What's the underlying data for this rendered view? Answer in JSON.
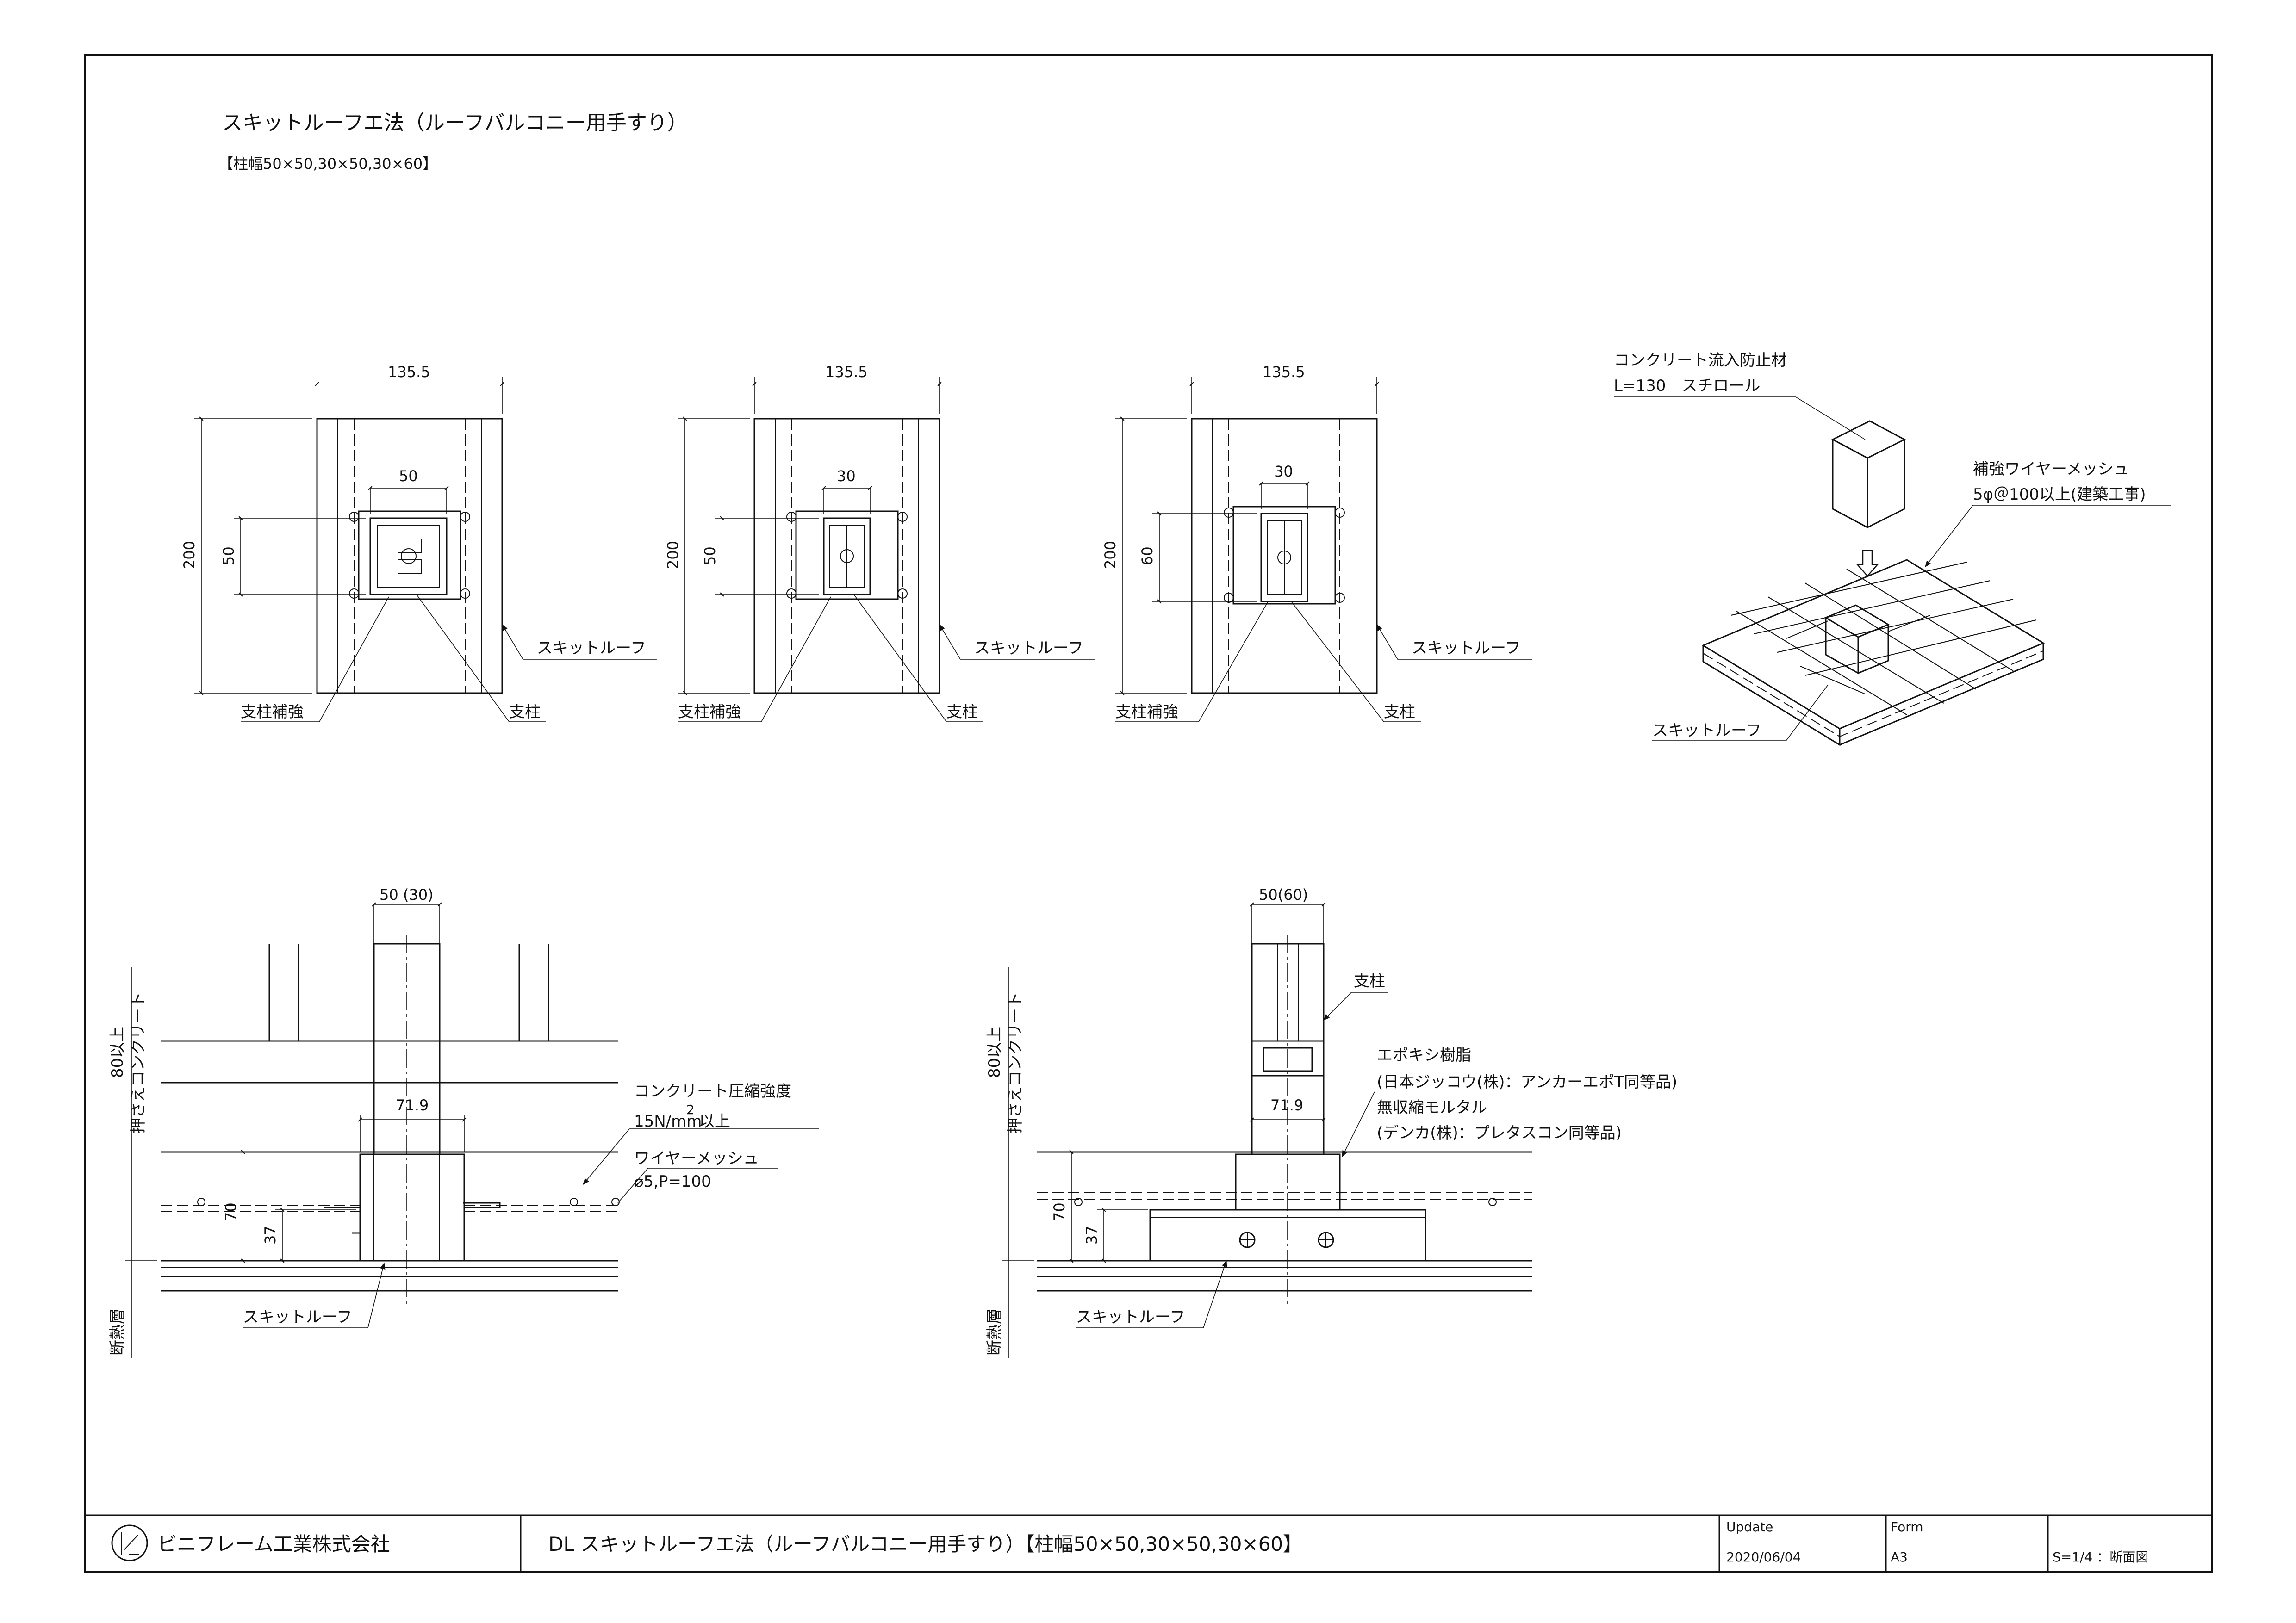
{
  "header": {
    "title": "スキットルーフエ法（ルーフバルコニー用手すり）",
    "subtitle": "【柱幅50×50,30×50,30×60】"
  },
  "plans": [
    {
      "width_dim": "135.5",
      "height_dim": "200",
      "post_w": "50",
      "post_h": "50",
      "label_roof": "スキットルーフ",
      "label_reinf": "支柱補強",
      "label_post": "支柱"
    },
    {
      "width_dim": "135.5",
      "height_dim": "200",
      "post_w": "30",
      "post_h": "50",
      "label_roof": "スキットルーフ",
      "label_reinf": "支柱補強",
      "label_post": "支柱"
    },
    {
      "width_dim": "135.5",
      "height_dim": "200",
      "post_w": "30",
      "post_h": "60",
      "label_roof": "スキットルーフ",
      "label_reinf": "支柱補強",
      "label_post": "支柱"
    }
  ],
  "iso": {
    "stopper_line1": "コンクリート流入防止材",
    "stopper_line2": "L=130　スチロール",
    "mesh_line1": "補強ワイヤーメッシュ",
    "mesh_line2": "5φ＠100以上(建築工事)",
    "roof_label": "スキットルーフ"
  },
  "section_left": {
    "top_dim": "50 (30)",
    "mid_dim": "71.9",
    "dim_70": "70",
    "dim_37": "37",
    "side_label1": "80以上",
    "side_label2": "押さえコンクリート",
    "insul_label": "断熱層",
    "conc_line1": "コンクリート圧縮強度",
    "conc_line2": "15N/mm",
    "conc_sup": "2",
    "conc_suffix": "以上",
    "mesh_line1": "ワイヤーメッシュ",
    "mesh_line2": "⌀5,P=100",
    "roof_label": "スキットルーフ"
  },
  "section_right": {
    "top_dim": "50(60)",
    "mid_dim": "71.9",
    "dim_70": "70",
    "dim_37": "37",
    "side_label1": "80以上",
    "side_label2": "押さえコンクリート",
    "insul_label": "断熱層",
    "post_label": "支柱",
    "epoxy_line1": "エポキシ樹脂",
    "epoxy_line2": "(日本ジッコウ(株)：アンカーエポT同等品)",
    "mortar_line1": "無収縮モルタル",
    "mortar_line2": "(デンカ(株)：プレタスコン同等品)",
    "roof_label": "スキットルーフ"
  },
  "titleblock": {
    "company": "ビニフレーム工業株式会社",
    "drawing_title": "DL スキットルーフエ法（ルーフバルコニー用手すり）【柱幅50×50,30×50,30×60】",
    "update_label": "Update",
    "update_value": "2020/06/04",
    "form_label": "Form",
    "form_value": "A3",
    "scale": "S=1/4 ：断面図"
  }
}
